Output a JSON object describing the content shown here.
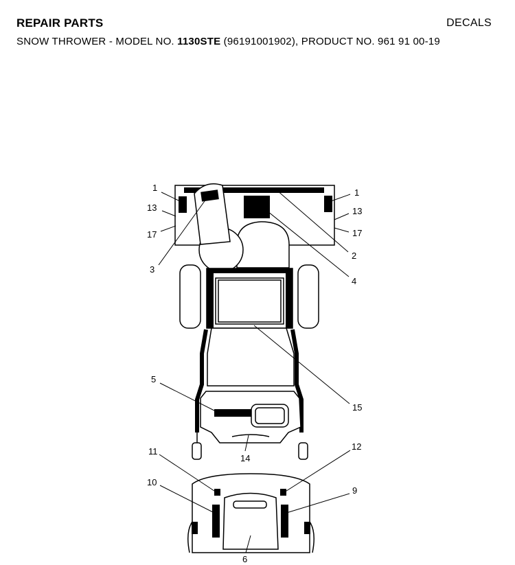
{
  "header": {
    "section": "REPAIR PARTS",
    "category": "DECALS",
    "subtitle_prefix": "SNOW THROWER - MODEL NO. ",
    "model_no": "1130STE",
    "subtitle_suffix": " (96191001902), PRODUCT NO. 961 91 00-19"
  },
  "callouts": {
    "c1_left": "1",
    "c13_left": "13",
    "c17_left": "17",
    "c3": "3",
    "c1_right": "1",
    "c13_right": "13",
    "c17_right": "17",
    "c2": "2",
    "c4": "4",
    "c15": "15",
    "c5": "5",
    "c14": "14",
    "c11": "11",
    "c12": "12",
    "c10": "10",
    "c9": "9",
    "c6": "6"
  }
}
